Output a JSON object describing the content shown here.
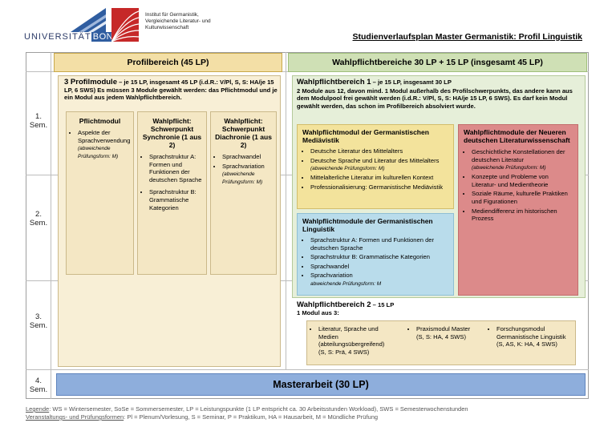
{
  "header": {
    "university_prefix": "UNIVERSITÄT",
    "university_name": "BONN",
    "institute_line1": "Institut für Germanistik,",
    "institute_line2": "Vergleichende Literatur- und",
    "institute_line3": "Kulturwissenschaft",
    "page_title": "Studienverlaufsplan Master Germanistik: Profil Linguistik"
  },
  "colors": {
    "brand_blue": "#2f5da0",
    "brand_red": "#c62828",
    "header_tan": "#f3dfa6",
    "header_green": "#cfe0b5",
    "master_blue": "#8eaedc"
  },
  "semesters": [
    "1.\nSem.",
    "2.\nSem.",
    "3.\nSem.",
    "4.\nSem."
  ],
  "columns": {
    "profil": "Profilbereich (45 LP)",
    "wahlpflicht": "Wahlpflichtbereiche 30 LP + 15 LP (insgesamt 45 LP)"
  },
  "profil": {
    "title": "3 Profilmodule",
    "title_rest": " – je 15 LP, insgesamt 45 LP (i.d.R.: V/Pl, S, S: HA/je 15 LP, 6 SWS) Es müssen 3 Module gewählt werden: das Pflichtmodul und je ein Modul aus jedem Wahlpflichtbereich.",
    "cols": [
      {
        "title": "Pflichtmodul",
        "items": [
          "Aspekte der Sprachverwendung"
        ],
        "note": "(abweichende Prüfungsform: M)"
      },
      {
        "title": "Wahlpflicht: Schwerpunkt Synchronie (1 aus 2)",
        "items": [
          "Sprachstruktur A: Formen und Funktionen der deutschen Sprache",
          "Sprachstruktur B: Grammatische Kategorien"
        ],
        "note": ""
      },
      {
        "title": "Wahlpflicht: Schwerpunkt Diachronie (1 aus 2)",
        "items": [
          "Sprachwandel",
          "Sprachvariation"
        ],
        "note": "(abweichende Prüfungsform: M)"
      }
    ]
  },
  "wpb1": {
    "title": "Wahlpflichtbereich 1",
    "title_rest": " – je 15 LP, insgesamt 30 LP",
    "desc": "2 Module aus 12, davon mind. 1 Modul außerhalb des Profilschwerpunkts, das andere kann aus dem Modulpool frei gewählt werden (i.d.R.: V/Pl, S, S: HA/je 15 LP, 6 SWS). Es darf kein Modul gewählt werden, das schon im Profilbereich absolviert wurde.",
    "media": {
      "title": "Wahlpflichtmodul der Germanistischen Mediävistik",
      "items": [
        {
          "text": "Deutsche Literatur des Mittelalters",
          "note": ""
        },
        {
          "text": "Deutsche Sprache und Literatur des Mittelalters",
          "note": "(abweichende Prüfungsform: M)"
        },
        {
          "text": "Mittelalterliche Literatur im kulturellen Kontext",
          "note": ""
        },
        {
          "text": "Professionalisierung: Germanistische Mediävistik",
          "note": ""
        }
      ]
    },
    "ndl": {
      "title": "Wahlpflichtmodule der Neueren deutschen Literaturwissenschaft",
      "items": [
        {
          "text": "Geschichtliche Konstellationen der deutschen Literatur",
          "note": "(abweichende Prüfungsform: M)"
        },
        {
          "text": "Konzepte und Probleme von Literatur- und Medientheorie",
          "note": ""
        },
        {
          "text": "Soziale Räume, kulturelle Praktiken und Figurationen",
          "note": ""
        },
        {
          "text": "Mediendifferenz im historischen Prozess",
          "note": ""
        }
      ]
    },
    "ling": {
      "title": "Wahlpflichtmodule der Germanistischen Linguistik",
      "items": [
        {
          "text": "Sprachstruktur A: Formen und Funktionen der deutschen Sprache",
          "note": ""
        },
        {
          "text": "Sprachstruktur B: Grammatische Kategorien",
          "note": ""
        },
        {
          "text": "Sprachwandel",
          "note": ""
        },
        {
          "text": "Sprachvariation",
          "note": "abweichende Prüfungsform: M"
        }
      ]
    }
  },
  "wpb2": {
    "title": "Wahlpflichtbereich 2",
    "title_rest": " – 15 LP",
    "subtitle": "1 Modul aus 3:",
    "items": [
      {
        "text": "Literatur, Sprache und Medien (abteilungsübergreifend)",
        "note": "(S, S: Prä, 4 SWS)"
      },
      {
        "text": "Praxismodul Master",
        "note": "(S, S: HA, 4 SWS)"
      },
      {
        "text": "Forschungsmodul Germanistische Linguistik",
        "note": "(S, AS, K: HA, 4 SWS)"
      }
    ]
  },
  "masterarbeit": "Masterarbeit (30 LP)",
  "legend": {
    "line1_label": "Legende",
    "line1_text": ": WS = Wintersemester, SoSe = Sommersemester, LP = Leistungspunkte (1 LP entspricht ca. 30 Arbeitsstunden Workload), SWS = Semesterwochenstunden",
    "line2_label": "Veranstaltungs- und Prüfungsformen",
    "line2_text": ": Pl = Plenum/Vorlesung, S = Seminar, P = Praktikum, HA = Hausarbeit, M = Mündliche Prüfung"
  }
}
